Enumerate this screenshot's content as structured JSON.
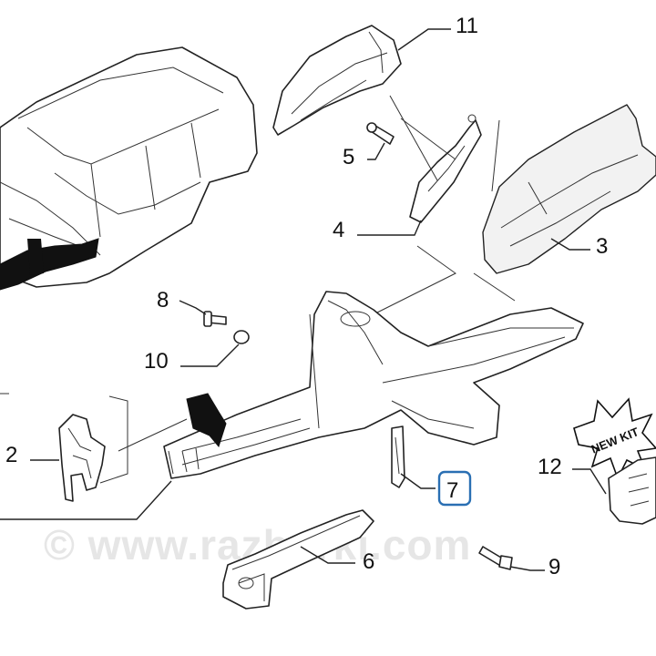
{
  "diagram": {
    "callouts": [
      {
        "id": "11",
        "label": "11"
      },
      {
        "id": "5",
        "label": "5"
      },
      {
        "id": "4",
        "label": "4"
      },
      {
        "id": "3",
        "label": "3"
      },
      {
        "id": "8",
        "label": "8"
      },
      {
        "id": "10",
        "label": "10"
      },
      {
        "id": "2",
        "label": "2"
      },
      {
        "id": "7",
        "label": "7",
        "highlighted": true
      },
      {
        "id": "12",
        "label": "12"
      },
      {
        "id": "6",
        "label": "6"
      },
      {
        "id": "9",
        "label": "9"
      }
    ],
    "kit_badge": "NEW KIT",
    "watermark": "© www.razborki.com",
    "highlight_color": "#2a6fb3"
  }
}
